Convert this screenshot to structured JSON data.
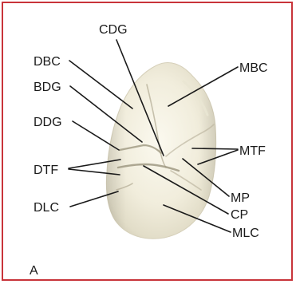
{
  "figure": {
    "panel_letter": "A",
    "colors": {
      "border": "#c8343a",
      "crown_light": "#f6f3e6",
      "crown_shadow": "#cdc8b4",
      "label_text": "#1a1a1a"
    }
  },
  "labels": {
    "cdg": "CDG",
    "dbc": "DBC",
    "bdg": "BDG",
    "ddg": "DDG",
    "dtf": "DTF",
    "dlc": "DLC",
    "mbc": "MBC",
    "mtf": "MTF",
    "mp": "MP",
    "cp": "CP",
    "mlc": "MLC"
  }
}
